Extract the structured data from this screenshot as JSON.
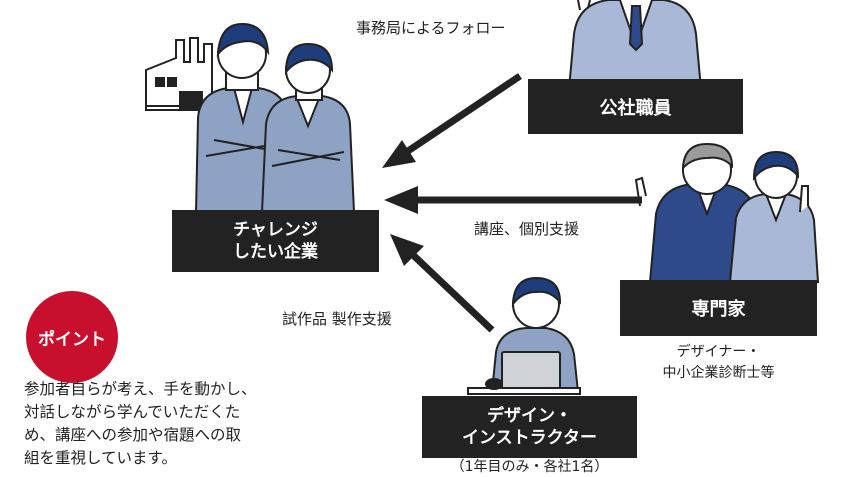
{
  "nodes": {
    "company": {
      "line1": "チャレンジ",
      "line2": "したい企業"
    },
    "staff": {
      "label": "公社職員"
    },
    "experts": {
      "label": "専門家",
      "note_line1": "デザイナー・",
      "note_line2": "中小企業診断士等"
    },
    "designer": {
      "line1": "デザイン・",
      "line2": "インストラクター",
      "note": "（1年目のみ・各社1名）"
    }
  },
  "edges": {
    "staff_to_company": "事務局によるフォロー",
    "experts_to_company": "講座、個別支援",
    "designer_to_company": "試作品 製作支援"
  },
  "point": {
    "badge": "ポイント",
    "lines": [
      "参加者自らが考え、手を動かし、",
      "対話しながら学んでいただくた",
      "め、講座への参加や宿題への取",
      "組を重視しています。"
    ]
  },
  "colors": {
    "label_bg": "#222222",
    "point_red": "#c8102e",
    "workwear_blue": "#8ea3c4",
    "suit_navy": "#2f4a8a",
    "suit_light": "#a9b8d6",
    "hair_navy": "#1f3d7a"
  },
  "icons": [
    "factory-icon",
    "arrow-icon"
  ]
}
